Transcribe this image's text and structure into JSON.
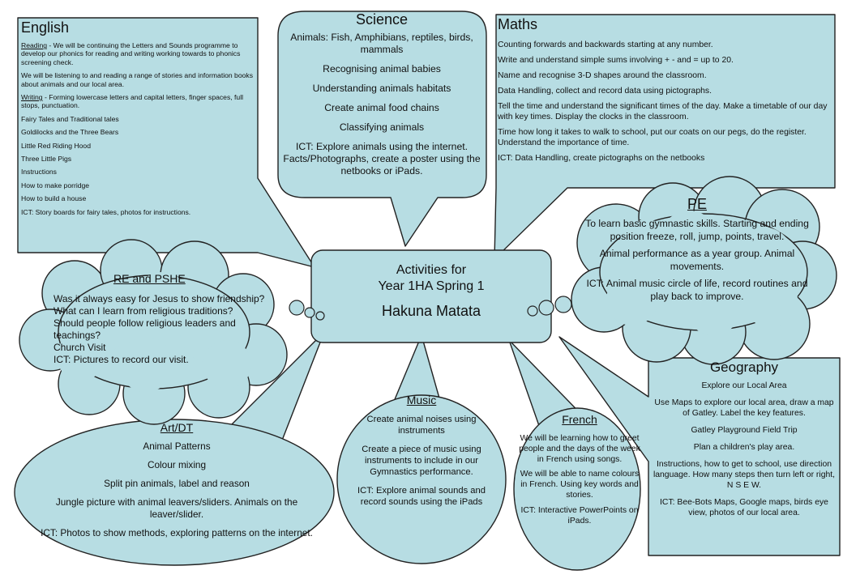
{
  "colors": {
    "fill": "#b7dde3",
    "stroke": "#222222"
  },
  "center": {
    "line1": "Activities for",
    "line2": "Year 1HA Spring 1",
    "theme": "Hakuna Matata"
  },
  "english": {
    "title": "English",
    "reading_label": "Reading",
    "reading_text": " - We will be continuing the Letters and Sounds programme to develop our phonics for reading and writing working towards to phonics screening check.",
    "listening": "We will be listening to and reading a range of stories and information books about animals and our local area.",
    "writing_label": "Writing",
    "writing_text": " - Forming lowercase letters and capital letters, finger spaces, full stops, punctuation.",
    "items": [
      "Fairy Tales and Traditional tales",
      "Goldilocks and the Three Bears",
      "Little Red Riding Hood",
      "Three Little Pigs",
      "Instructions",
      "How to make porridge",
      "How to build a house",
      "ICT: Story boards for fairy tales, photos for instructions."
    ]
  },
  "science": {
    "title": "Science",
    "items": [
      "Animals: Fish, Amphibians, reptiles, birds, mammals",
      "Recognising animal babies",
      "Understanding animals habitats",
      "Create animal food chains",
      "Classifying animals",
      "ICT: Explore animals using the internet. Facts/Photographs, create a poster using the netbooks or iPads."
    ]
  },
  "maths": {
    "title": "Maths",
    "items": [
      "Counting forwards and backwards starting at any number.",
      "Write and understand simple sums involving + - and = up to 20.",
      "Name and recognise 3-D shapes around the classroom.",
      "Data Handling, collect and record data using pictographs.",
      "Tell the time and understand the significant times of the day. Make a timetable of our day with key times. Display the clocks in the classroom.",
      "Time how long it takes to walk to school, put our coats on our pegs, do the register. Understand the importance of time.",
      "ICT: Data Handling, create pictographs on the netbooks"
    ]
  },
  "pe": {
    "title": "PE",
    "items": [
      "To learn basic gymnastic skills. Starting and ending position freeze, roll, jump, points, travel.",
      "Animal performance as a year group. Animal movements.",
      "ICT: Animal music circle of life, record routines and play back to improve."
    ]
  },
  "re": {
    "title": "RE and PSHE",
    "lines": [
      "Was it always easy for Jesus to show friendship?",
      "What can I learn from religious traditions?",
      "Should people follow religious leaders and teachings?",
      "Church Visit",
      "ICT: Pictures to record our visit."
    ]
  },
  "geography": {
    "title": "Geography",
    "items": [
      "Explore our Local Area",
      "Use Maps to explore our local area, draw a map of Gatley. Label the key features.",
      "Gatley Playground Field Trip",
      "Plan a children's play area.",
      "Instructions, how to get to school, use direction language. How many steps then turn left or right, N S E W.",
      "ICT: Bee-Bots Maps, Google maps, birds eye view, photos of our local area."
    ]
  },
  "art": {
    "title": "Art/DT",
    "items": [
      "Animal Patterns",
      "Colour mixing",
      "Split pin animals, label and reason",
      "Jungle picture with animal leavers/sliders. Animals on the leaver/slider.",
      "ICT: Photos to show methods, exploring patterns on the internet."
    ]
  },
  "music": {
    "title": "Music",
    "items": [
      "Create animal noises using instruments",
      "Create a piece of music using instruments to include in our Gymnastics performance.",
      "ICT: Explore animal sounds and record sounds using the iPads"
    ]
  },
  "french": {
    "title": "French",
    "items": [
      "We will be learning how to greet people and the days of the week in French using songs.",
      "We will be able to name colours in French. Using key words and stories.",
      "ICT: Interactive PowerPoints on iPads."
    ]
  }
}
